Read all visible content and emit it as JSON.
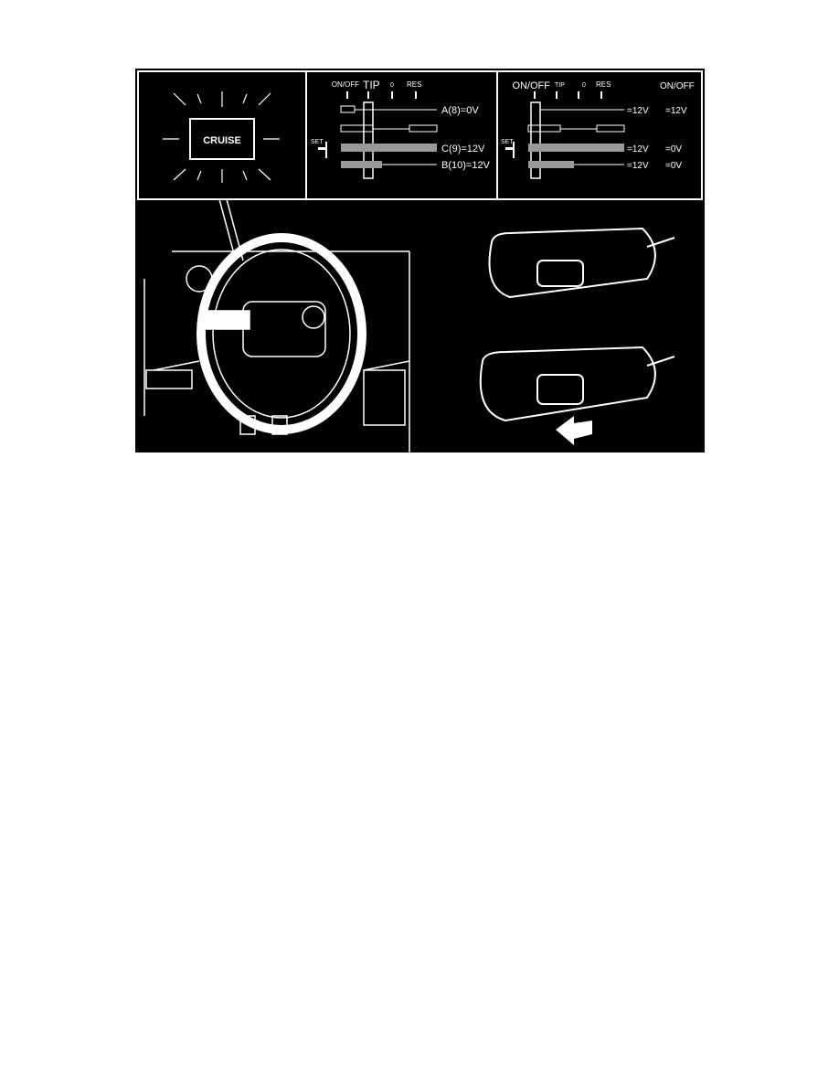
{
  "figure": {
    "indicator_label": "CRUISE",
    "left_diagram": {
      "positions": [
        "ON/OFF",
        "TIP",
        "0",
        "RES"
      ],
      "set_label": "SET",
      "outputs": [
        "A(8)=0V",
        "C(9)=12V",
        "B(10)=12V"
      ]
    },
    "right_diagram": {
      "positions": [
        "ON/OFF",
        "TIP",
        "0",
        "RES"
      ],
      "onoff_header": "ON/OFF",
      "set_label": "SET",
      "outputs_on": [
        "=12V",
        "=12V",
        "=12V"
      ],
      "outputs_off": [
        "=12V",
        "=0V",
        "=0V"
      ]
    }
  }
}
